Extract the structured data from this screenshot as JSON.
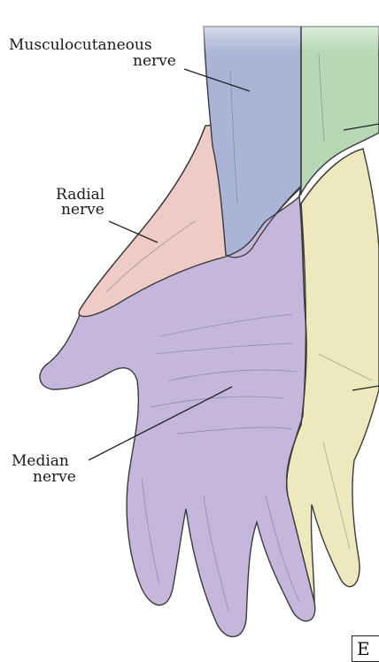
{
  "labels": {
    "musculocutaneous_line1": "Musculocutaneous",
    "musculocutaneous_line2": "nerve",
    "radial_line1": "Radial",
    "radial_line2": "nerve",
    "median_line1": "Median",
    "median_line2": "nerve",
    "panel_letter": "E"
  },
  "colors": {
    "musculocutaneous": "#a9b4d6",
    "ulnar_forearm": "#b6d8b4",
    "radial": "#efcbc6",
    "median": "#c5b6dc",
    "ulnar_hand": "#ede9bd",
    "outline": "#3a3a3a"
  }
}
